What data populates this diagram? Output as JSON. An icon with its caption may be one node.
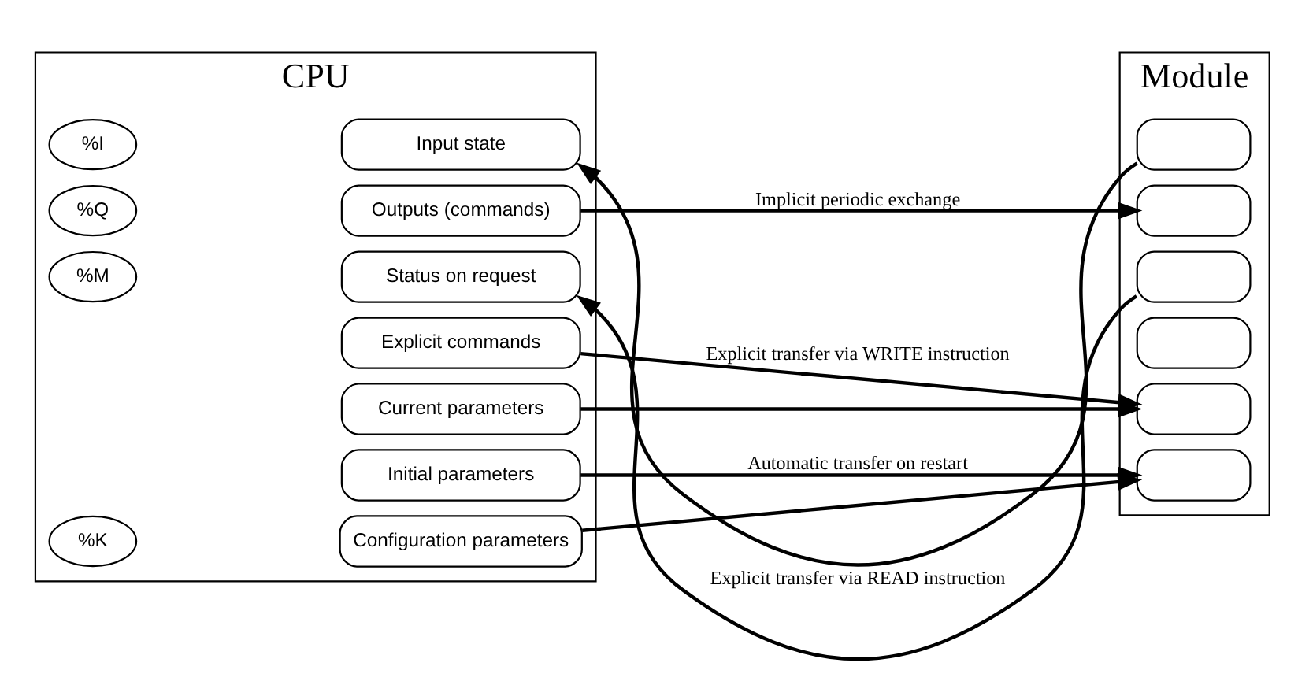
{
  "diagram": {
    "nodes": [
      {
        "text": [
          "CPU"
        ]
      },
      {
        "text": [
          "%I"
        ],
        "in": 0
      },
      {
        "text": [
          "Input state"
        ],
        "in": 0
      },
      {
        "text": [
          "%Q"
        ],
        "in": 0
      },
      {
        "text": [
          "Outputs (commands)"
        ],
        "in": 0
      },
      {
        "text": [
          "%M"
        ],
        "in": 0
      },
      {
        "text": [
          "Status on request"
        ],
        "in": 0
      },
      {
        "text": [
          "Explicit commands"
        ],
        "in": 0
      },
      {
        "text": [
          "Current parameters"
        ],
        "in": 0
      },
      {
        "text": [
          "Initial parameters"
        ],
        "in": 0
      },
      {
        "text": [
          "%K"
        ],
        "in": 0
      },
      {
        "text": [
          "Configuration parameters"
        ],
        "in": 0
      },
      {
        "text": [
          "Module"
        ]
      },
      {
        "text": [],
        "shape": "box",
        "in": 12
      },
      {
        "text": [],
        "shape": "box",
        "in": 12
      },
      {
        "text": [],
        "shape": "box",
        "in": 12
      },
      {
        "text": [],
        "shape": "box",
        "in": 12
      },
      {
        "text": [],
        "shape": "box",
        "in": 12
      },
      {
        "text": [],
        "shape": "box",
        "in": 12
      }
    ],
    "edges": [
      {
        "from": 13,
        "to": 2,
        "arrow": "to"
      },
      {
        "from": 4,
        "to": 14,
        "arrow": "to",
        "label": "Implicit periodic exchange"
      },
      {
        "from": 15,
        "to": 6,
        "arrow": "to",
        "label": "Explicit transfer via READ instruction"
      },
      {
        "from": 7,
        "to": 17,
        "arrow": "to",
        "label": "Explicit transfer via WRITE instruction"
      },
      {
        "from": 8,
        "to": 17,
        "arrow": "to"
      },
      {
        "from": 9,
        "to": 18,
        "arrow": "to",
        "label": "Automatic transfer on restart"
      },
      {
        "from": 11,
        "to": 18,
        "arrow": "to"
      }
    ]
  }
}
